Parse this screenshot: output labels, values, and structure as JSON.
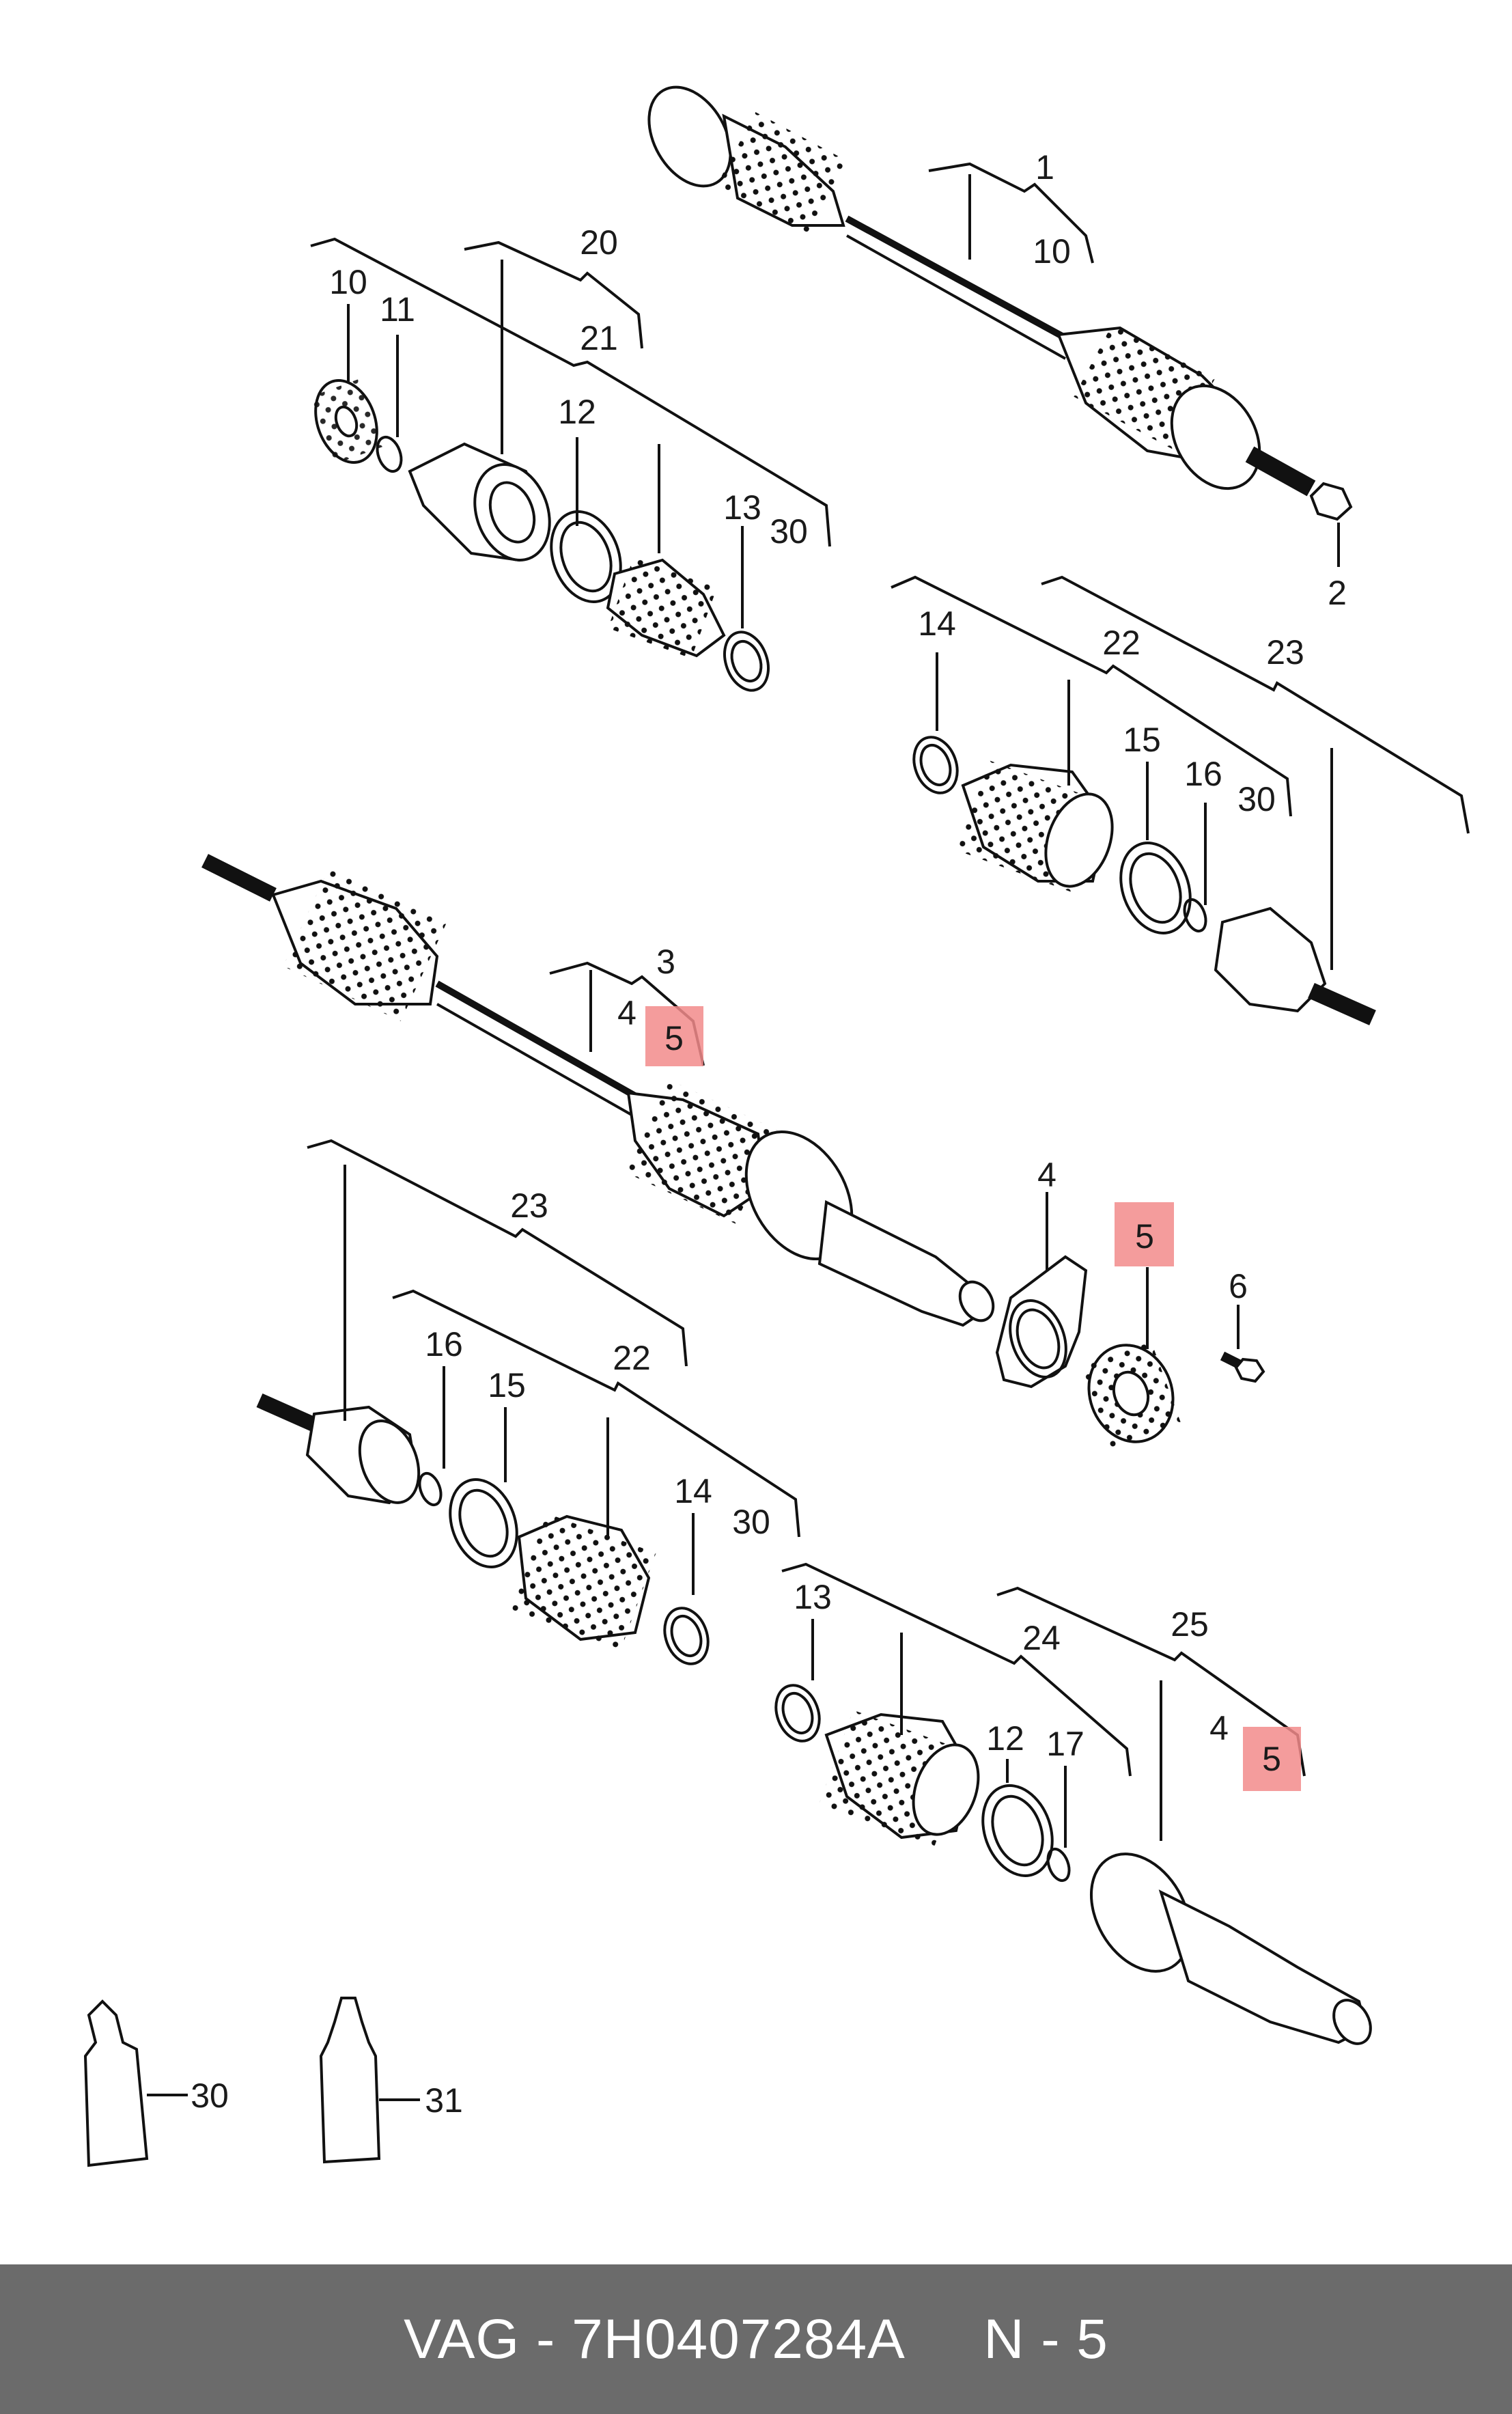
{
  "diagram": {
    "callouts": {
      "c1": "1",
      "c10a": "10",
      "c2": "2",
      "c20": "20",
      "c21": "21",
      "c10b": "10",
      "c11": "11",
      "c12a": "12",
      "c13a": "13",
      "c30a": "30",
      "c14a": "14",
      "c22a": "22",
      "c23a": "23",
      "c15a": "15",
      "c16a": "16",
      "c30b": "30",
      "c3": "3",
      "c4a": "4",
      "c5a": "5",
      "c4b": "4",
      "c5b": "5",
      "c6": "6",
      "c23b": "23",
      "c16b": "16",
      "c15b": "15",
      "c22b": "22",
      "c14b": "14",
      "c30c": "30",
      "c13b": "13",
      "c24": "24",
      "c25": "25",
      "c12b": "12",
      "c17": "17",
      "c4c": "4",
      "c5c": "5",
      "c30d": "30",
      "c31": "31"
    },
    "highlight_color": "#f28b8b"
  },
  "footer": {
    "text": "VAG - 7H0407284A     N - 5",
    "background": "#6b6b6b"
  }
}
